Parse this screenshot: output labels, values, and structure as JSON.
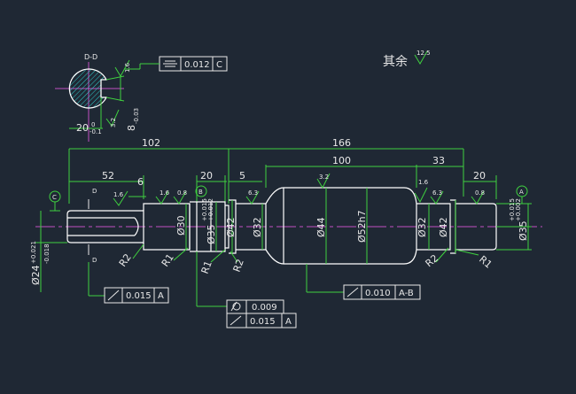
{
  "section": {
    "label": "D-D",
    "flatness": "0.012",
    "flatness_ref": "C",
    "width_main": "20",
    "width_tol_upper": "0",
    "width_tol_lower": "-0.1",
    "depth_main": "8",
    "depth_tol": "-0.03",
    "rough_a": "1.6",
    "rough_b": "3.2"
  },
  "note": {
    "text": "其余",
    "roughness": "12.5"
  },
  "datum_c": "C",
  "datum_b": "B",
  "datum_a": "A",
  "cut_d_top": "D",
  "cut_d_bottom": "D",
  "dims": {
    "d102": "102",
    "d166": "166",
    "d52": "52",
    "d20a": "20",
    "d5": "5",
    "d100": "100",
    "d33": "33",
    "d20b": "20",
    "d6": "6"
  },
  "roughness": {
    "r1": "1.6",
    "r2": "1.6",
    "r3": "0.8",
    "r4": "6.3",
    "r5": "3.2",
    "r6": "1.6",
    "r7": "6.3",
    "r8": "0.8"
  },
  "diameters": {
    "d24": "Ø24",
    "d24_upper": "+0.021",
    "d24_lower": "-0.018",
    "d30": "Ø30",
    "d35": "Ø35",
    "d35_upper": "+0.015",
    "d35_lower": "+0.012",
    "d42a": "Ø42",
    "d32a": "Ø32",
    "d44": "Ø44",
    "d52h7": "Ø52h7",
    "d32b": "Ø32",
    "d42b": "Ø42",
    "d35b": "Ø35",
    "d35b_upper": "+0.015",
    "d35b_lower": "+0.002"
  },
  "radii": {
    "r2a": "R2",
    "r1a": "R1",
    "r1b": "R1",
    "r2b": "R2",
    "r2c": "R2",
    "r1c": "R1"
  },
  "tolerances": {
    "runout1_value": "0.015",
    "runout1_ref": "A",
    "cyl_value": "0.009",
    "runout2_value": "0.015",
    "runout2_ref": "A",
    "runout3_value": "0.010",
    "runout3_ref": "A-B"
  }
}
